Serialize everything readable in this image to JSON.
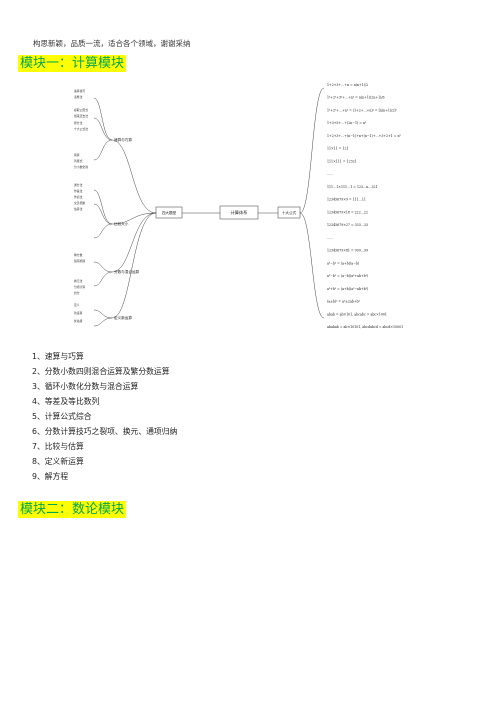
{
  "tagline": "构思新颖，品质一流，适合各个领域，谢谢采纳",
  "module1": {
    "title": "模块一：计算模块"
  },
  "module2": {
    "title": "模块二：数论模块"
  },
  "mindmap": {
    "center": "计算体系",
    "left_hub": "四大题型",
    "right_hub": "十大公式",
    "branches": {
      "speed": "速算与巧算",
      "compare": "比较大小",
      "mixed": "分数与混合运算",
      "equation": "定义新运算"
    },
    "leaves": {
      "speed_group": [
        "速算技巧",
        "凑整法",
        "提取公因式",
        "借来还去法",
        "拆分法",
        "十大公式法"
      ],
      "speed_sub": [
        "简算",
        "列竖式",
        "分小数化简"
      ],
      "compare": [
        "通分法",
        "作差法",
        "作商法",
        "交叉相乘",
        "估算法"
      ],
      "mixed": [
        "繁分数",
        "裂项相消",
        "换元法",
        "分组计算",
        "约分"
      ],
      "define": [
        "定义",
        "新运算",
        "优先级"
      ]
    },
    "formulas": [
      "1+2+3+…+n = n(n+1)/2",
      "1²+2²+3²+…+n² = n(n+1)(2n+1)/6",
      "1³+2³+…+n³ = (1+2+…+n)² = [n(n+1)/2]²",
      "1+3+5+…+(2n−1) = n²",
      "1+2+3+…+(n−1)+n+(n−1)+…+3+2+1 = n²",
      "11×11 = 121",
      "111×111 = 12321",
      "……",
      "111…1×111…1 = 123…n…321",
      "12345679×9 = 111…11",
      "12345679×18 = 222…22",
      "12345679×27 = 333…33",
      "……",
      "12345679×81 = 999…99",
      "a²−b² = (a+b)(a−b)",
      "a³−b³ = (a−b)(a²+ab+b²)",
      "a³+b³ = (a+b)(a²−ab+b²)",
      "(a±b)² = a²±2ab+b²",
      "abab = ab×101, abcabc = abc×1001",
      "ababab = ab×10101, abcdabcd = abcd×10001"
    ]
  },
  "list": [
    "1、速算与巧算",
    "2、分数小数四则混合运算及繁分数运算",
    "3、循环小数化分数与混合运算",
    "4、等差及等比数列",
    "5、计算公式综合",
    "6、分数计算技巧之裂项、换元、通项归纳",
    "7、比较与估算",
    "8、定义新运算",
    "9、解方程"
  ]
}
